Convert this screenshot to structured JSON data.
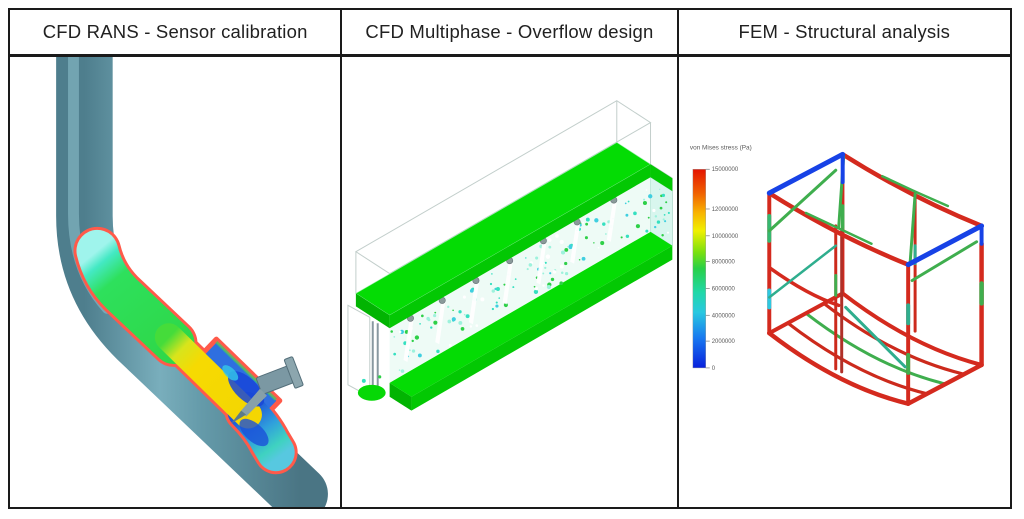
{
  "table": {
    "headers": [
      {
        "label": "CFD RANS - Sensor calibration"
      },
      {
        "label": "CFD Multiphase - Overflow design"
      },
      {
        "label": "FEM - Structural analysis"
      }
    ]
  },
  "fem_legend": {
    "title": "von Mises stress (Pa)",
    "ticks": [
      "15000000",
      "12000000",
      "10000000",
      "8000000",
      "6000000",
      "4000000",
      "2000000",
      "0"
    ]
  },
  "colors": {
    "table_border": "#1a1a1a",
    "header_text": "#212121",
    "pipe_gray": "#5d8e9e",
    "cut_outline_red": "#ff5a4a",
    "flow_yellow": "#f6d802",
    "flow_green": "#2ed84a",
    "flow_cyan": "#3ae8c0",
    "flow_blue": "#1f55d8",
    "multiphase_green": "#04dc04",
    "spray_cyan": "#35e0c0",
    "stress_red": "#d42a1e",
    "stress_green": "#3fae4e",
    "stress_blue": "#1742e6"
  }
}
